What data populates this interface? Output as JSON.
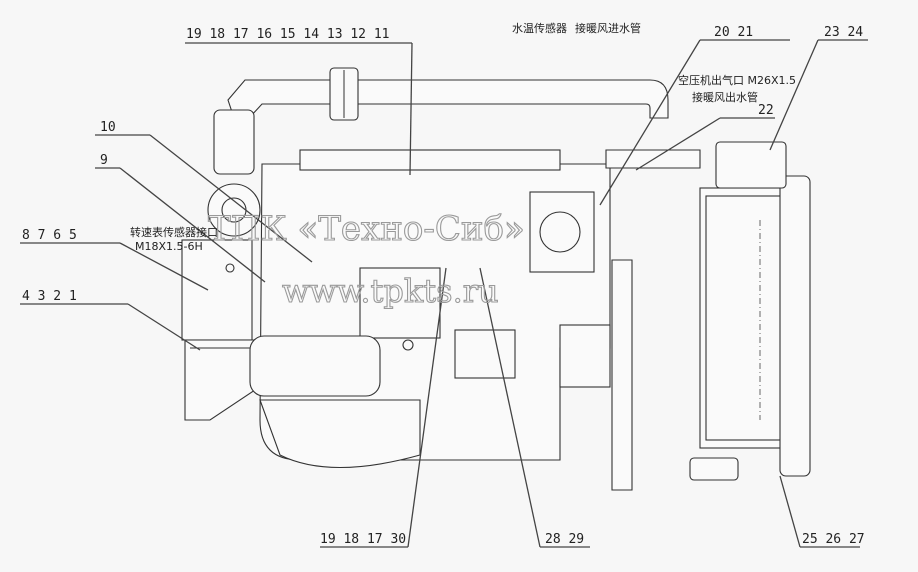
{
  "callouts": {
    "top_left": "19 18 17 16 15 14 13 12 11",
    "top_mid_a": "20 21",
    "top_right": "23 24",
    "label_22": "22",
    "label_10": "10",
    "label_9": "9",
    "left_a": "8 7 6 5",
    "left_b": "4 3 2 1",
    "bottom_a": "19 18 17 30",
    "bottom_b": "28 29",
    "bottom_c": "25 26 27"
  },
  "annotations": {
    "water_temp_sensor": "水温传感器",
    "heater_inlet_pipe": "接暖风进水管",
    "compressor_outlet": "空压机出气口 M26X1.5",
    "heater_outlet_pipe": "接暖风出水管",
    "tach_sensor_port": "转速表传感器接口",
    "tach_thread": "M18X1.5-6H"
  },
  "watermark": {
    "line1": "ТПК «Техно-Сиб»",
    "line2": "www.tpkts.ru"
  }
}
